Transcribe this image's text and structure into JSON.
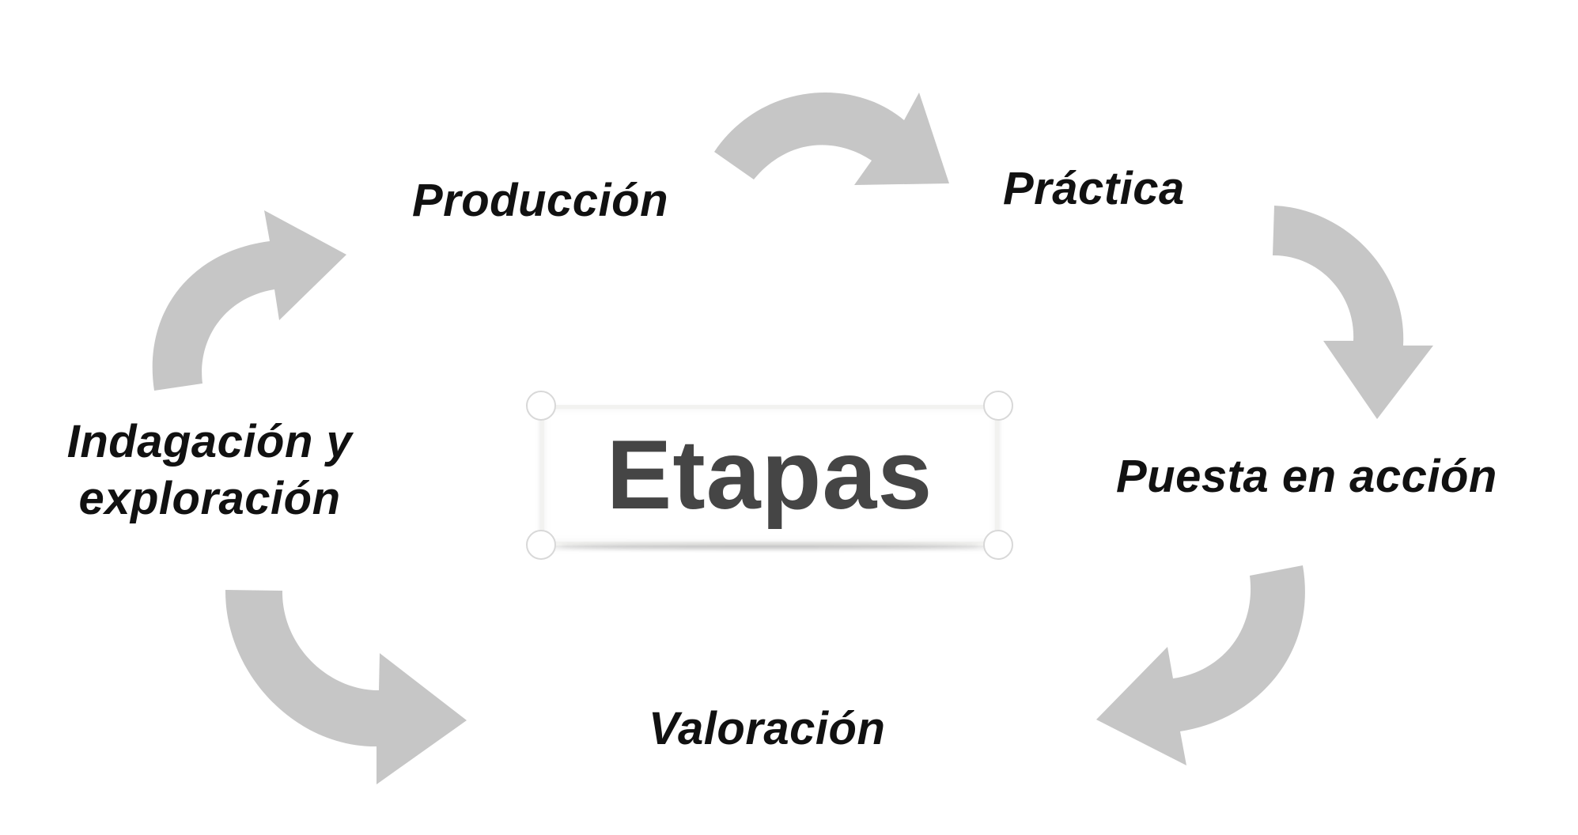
{
  "diagram": {
    "center": {
      "title": "Etapas"
    },
    "stages": [
      {
        "id": "produccion",
        "label": "Producción"
      },
      {
        "id": "practica",
        "label": "Práctica"
      },
      {
        "id": "puesta",
        "label": "Puesta en acción"
      },
      {
        "id": "valoracion",
        "label": "Valoración"
      },
      {
        "id": "indagacion",
        "lines": [
          "Indagación y",
          "exploración"
        ]
      }
    ],
    "arrow_color": "#c6c6c6",
    "text_color": "#111111",
    "center_text_color": "#454545"
  }
}
